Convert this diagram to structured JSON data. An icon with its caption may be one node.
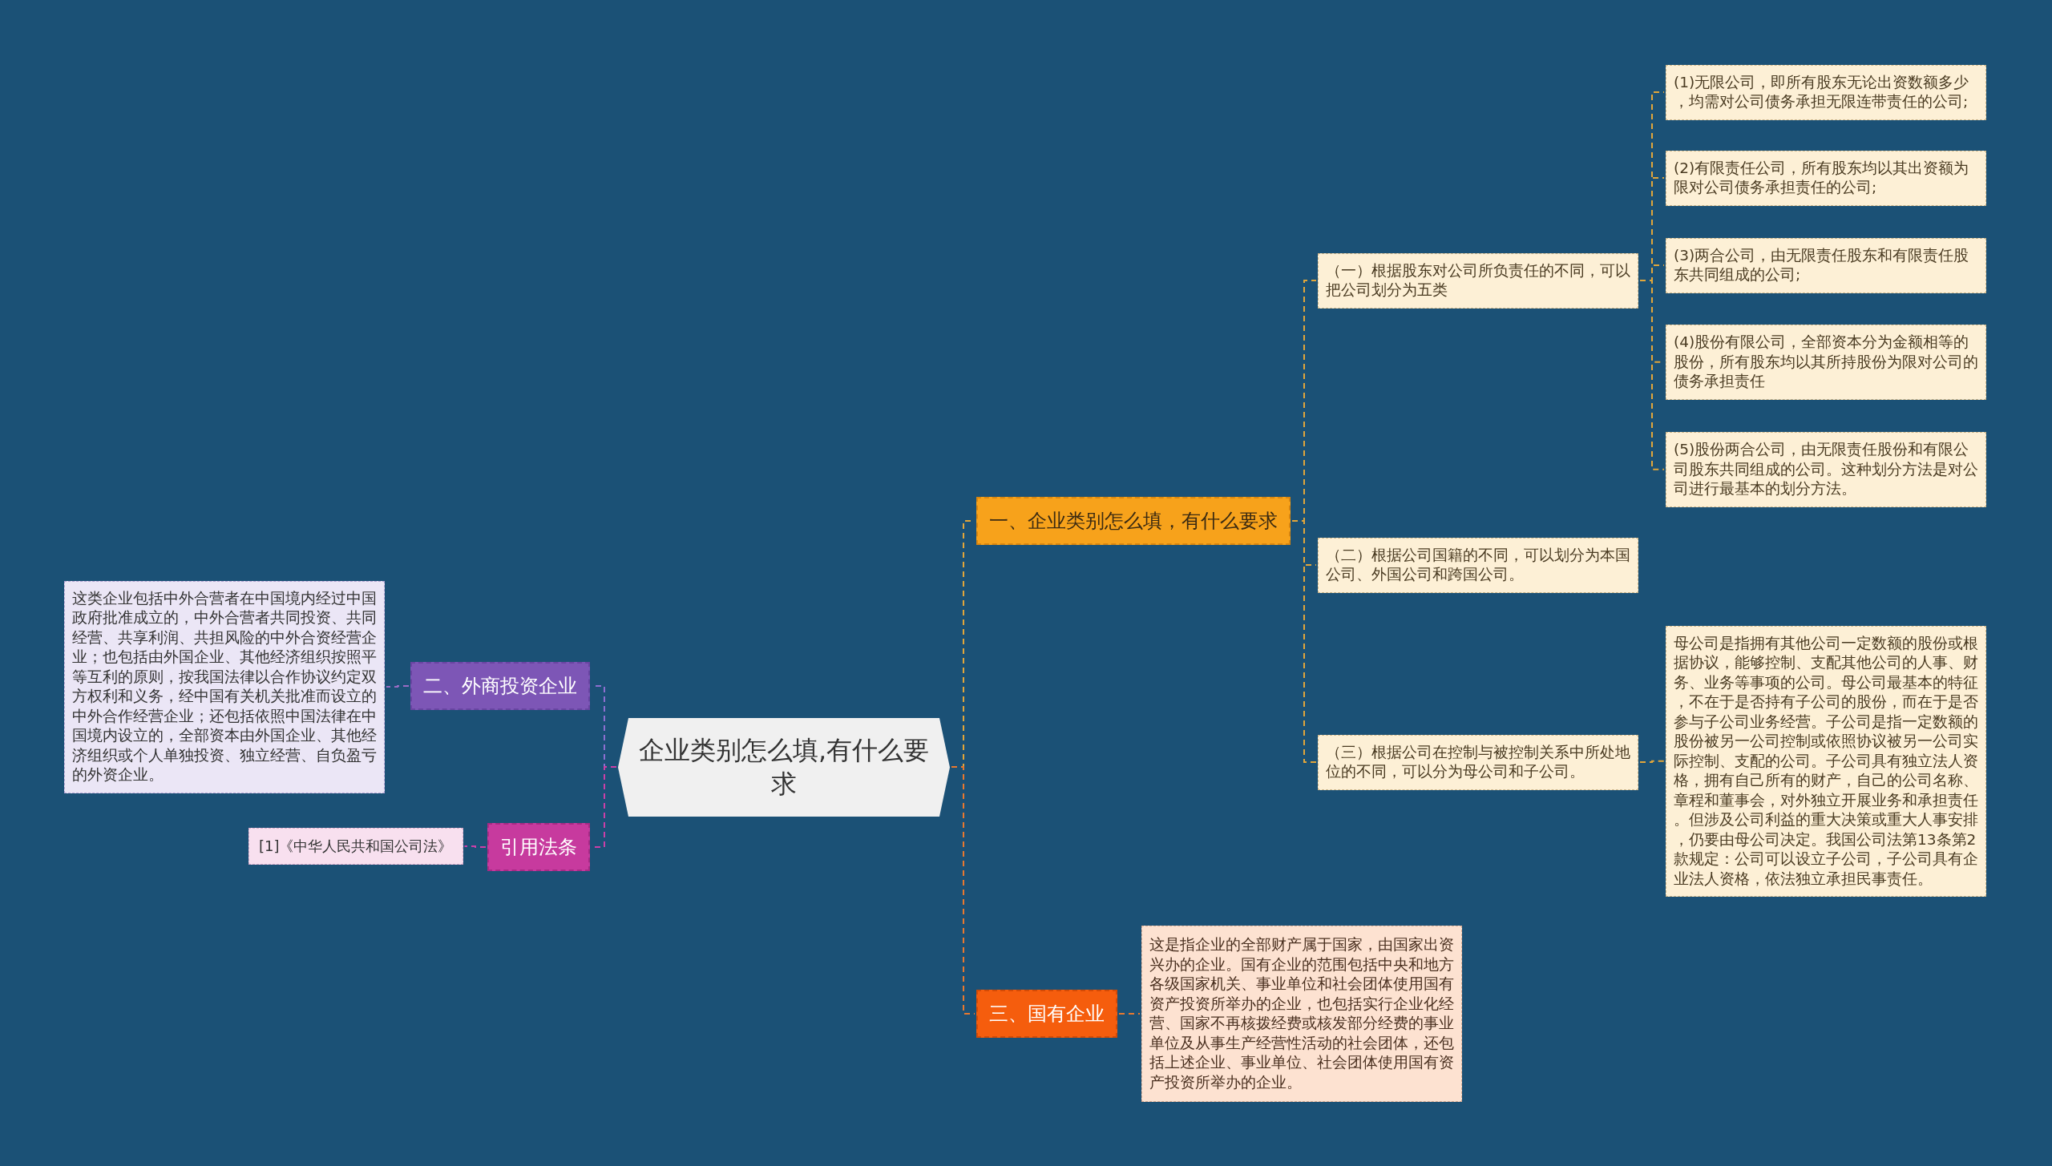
{
  "diagram": {
    "nodes": [
      {
        "text": [
          "企业类别怎么填,有什么要求"
        ]
      },
      {
        "text": [
          "一、企业类别怎么填，有什么要求"
        ]
      },
      {
        "text": [
          "（一）根据股东对公司所负责任的不同，可以把公司划分为五类"
        ]
      },
      {
        "text": [
          "(1)无限公司，即所有股东无论出资数额多少，均需对公司债务承担无限连带责任的公司;"
        ]
      },
      {
        "text": [
          "(2)有限责任公司，所有股东均以其出资额为限对公司债务承担责任的公司;"
        ]
      },
      {
        "text": [
          "(3)两合公司，由无限责任股东和有限责任股东共同组成的公司;"
        ]
      },
      {
        "text": [
          "(4)股份有限公司，全部资本分为金额相等的股份，所有股东均以其所持股份为限对公司的债务承担责任"
        ]
      },
      {
        "text": [
          "(5)股份两合公司，由无限责任股份和有限公司股东共同组成的公司。这种划分方法是对公司进行最基本的划分方法。"
        ]
      },
      {
        "text": [
          "（二）根据公司国籍的不同，可以划分为本国公司、外国公司和跨国公司。"
        ]
      },
      {
        "text": [
          "（三）根据公司在控制与被控制关系中所处地位的不同，可以分为母公司和子公司。"
        ]
      },
      {
        "text": [
          "母公司是指拥有其他公司一定数额的股份或根据协议，能够控制、支配其他公司的人事、财务、业务等事项的公司。母公司最基本的特征，不在于是否持有子公司的股份，而在于是否参与子公司业务经营。子公司是指一定数额的股份被另一公司控制或依照协议被另一公司实际控制、支配的公司。子公司具有独立法人资格，拥有自己所有的财产，自己的公司名称、章程和董事会，对外独立开展业务和承担责任。但涉及公司利益的重大决策或重大人事安排，仍要由母公司决定。我国公司法第13条第2款规定：公司可以设立子公司，子公司具有企业法人资格，依法独立承担民事责任。"
        ]
      },
      {
        "text": [
          "二、外商投资企业"
        ]
      },
      {
        "text": [
          "这类企业包括中外合营者在中国境内经过中国政府批准成立的，中外合营者共同投资、共同经营、共享利润、共担风险的中外合资经营企业；也包括由外国企业、其他经济组织按照平等互利的原则，按我国法律以合作协议约定双方权利和义务，经中国有关机关批准而设立的中外合作经营企业；还包括依照中国法律在中国境内设立的，全部资本由外国企业、其他经济组织或个人单独投资、独立经营、自负盈亏的外资企业。"
        ]
      },
      {
        "text": [
          "引用法条"
        ]
      },
      {
        "text": [
          "[1]《中华人民共和国公司法》"
        ]
      },
      {
        "text": [
          "三、国有企业"
        ]
      },
      {
        "text": [
          "这是指企业的全部财产属于国家，由国家出资兴办的企业。国有企业的范围包括中央和地方各级国家机关、事业单位和社会团体使用国有资产投资所举办的企业，也包括实行企业化经营、国家不再核拨经费或核发部分经费的事业单位及从事生产经营性活动的社会团体，还包括上述企业、事业单位、社会团体使用国有资产投资所举办的企业。"
        ]
      }
    ],
    "edges": [
      {
        "from": 0,
        "to": 1,
        "arrow": "none",
        "style": "dashed"
      },
      {
        "from": 1,
        "to": 2,
        "arrow": "none",
        "style": "dashed"
      },
      {
        "from": 2,
        "to": 3,
        "arrow": "none",
        "style": "dashed"
      },
      {
        "from": 2,
        "to": 4,
        "arrow": "none",
        "style": "dashed"
      },
      {
        "from": 2,
        "to": 5,
        "arrow": "none",
        "style": "dashed"
      },
      {
        "from": 2,
        "to": 6,
        "arrow": "none",
        "style": "dashed"
      },
      {
        "from": 2,
        "to": 7,
        "arrow": "none",
        "style": "dashed"
      },
      {
        "from": 1,
        "to": 8,
        "arrow": "none",
        "style": "dashed"
      },
      {
        "from": 1,
        "to": 9,
        "arrow": "none",
        "style": "dashed"
      },
      {
        "from": 9,
        "to": 10,
        "arrow": "none",
        "style": "dashed"
      },
      {
        "from": 0,
        "to": 11,
        "arrow": "none",
        "style": "dashed",
        "color": "#8e6fd0"
      },
      {
        "from": 11,
        "to": 12,
        "arrow": "none",
        "style": "dashed",
        "color": "#9a6cc4"
      },
      {
        "from": 0,
        "to": 13,
        "arrow": "none",
        "style": "dashed",
        "color": "#cc3fa8"
      },
      {
        "from": 13,
        "to": 14,
        "arrow": "none",
        "style": "dashed",
        "color": "#cc3fa8"
      },
      {
        "from": 0,
        "to": 15,
        "arrow": "none",
        "style": "dashed",
        "color": "#e8782f"
      },
      {
        "from": 15,
        "to": 16,
        "arrow": "none",
        "style": "dashed",
        "color": "#e8782f"
      }
    ]
  }
}
